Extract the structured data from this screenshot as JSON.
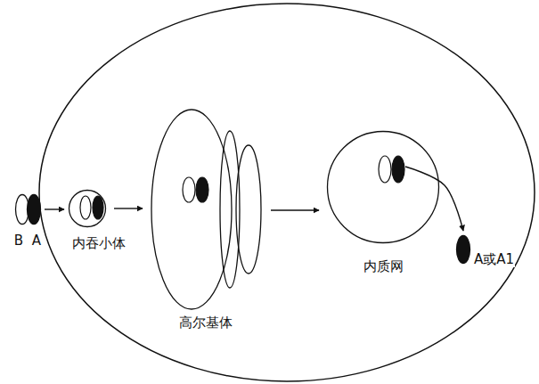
{
  "diagram": {
    "nodes": [
      {
        "text": [
          "B"
        ]
      },
      {
        "text": [
          "A"
        ]
      },
      {
        "text": [
          "内吞小体"
        ]
      },
      {
        "text": [
          "高尔基体"
        ]
      },
      {
        "text": [
          "内质网"
        ]
      },
      {
        "text": [
          "A或A1"
        ]
      }
    ],
    "edges": [
      {
        "from": 1,
        "to": 2,
        "arrow": "to"
      },
      {
        "from": 2,
        "to": 3,
        "arrow": "to"
      },
      {
        "from": 3,
        "to": 4,
        "arrow": "to"
      },
      {
        "from": 4,
        "to": 5,
        "arrow": "to"
      }
    ]
  }
}
